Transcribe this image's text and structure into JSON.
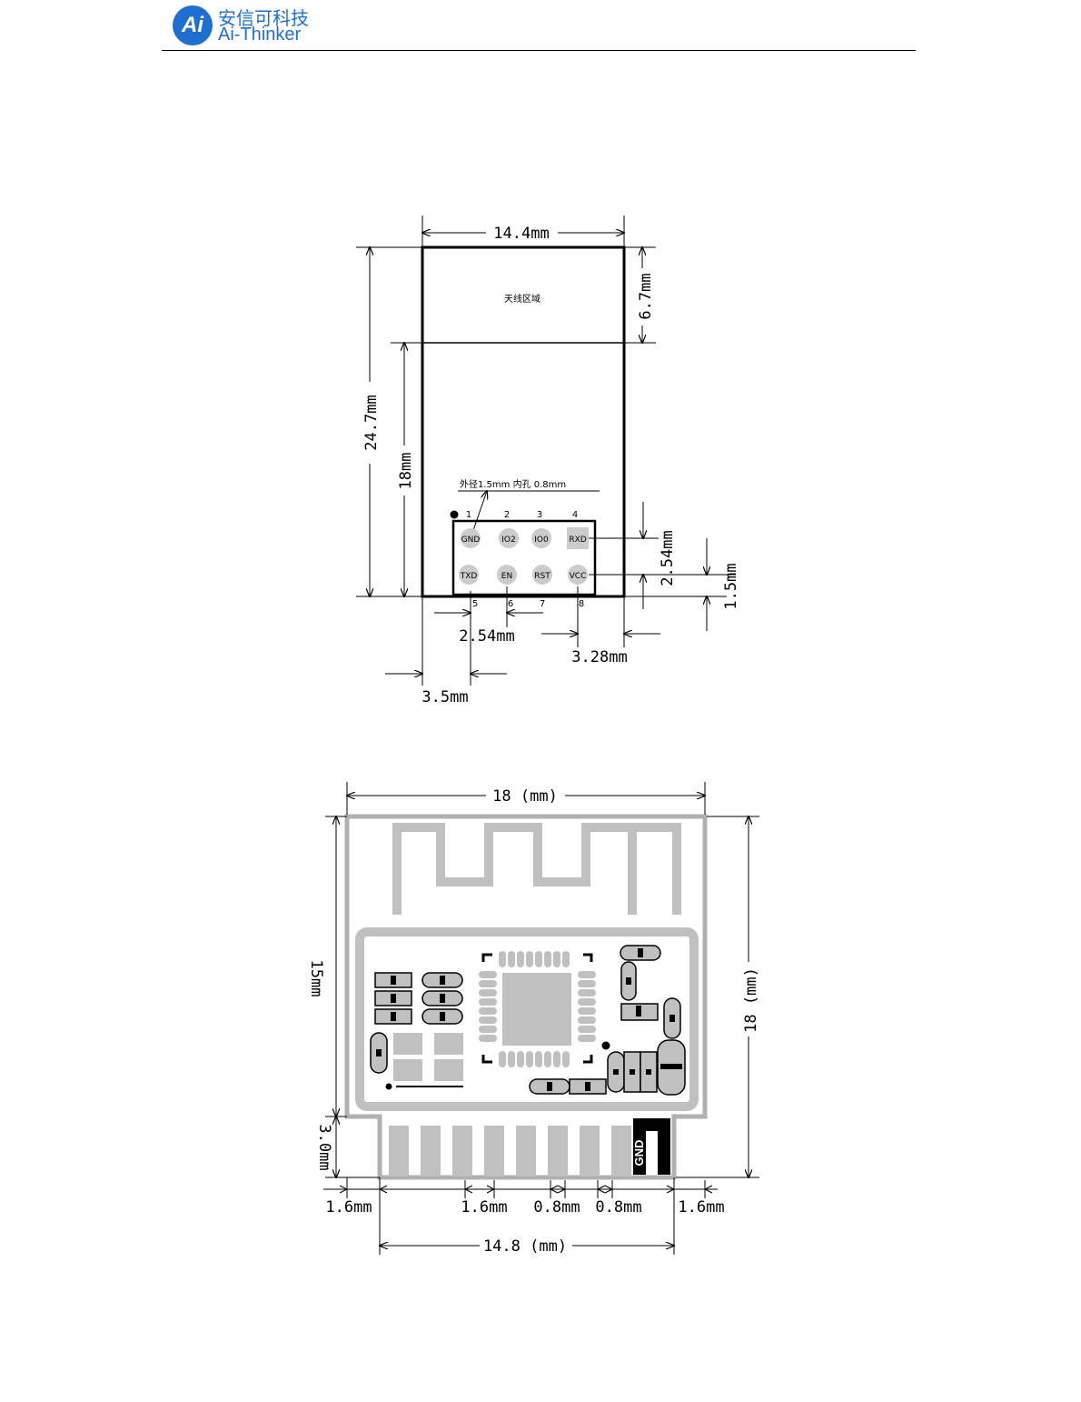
{
  "header": {
    "logo_mark": "Ai",
    "company_cn": "安信可科技",
    "company_en": "Ai-Thinker"
  },
  "top_diagram": {
    "antenna_label": "天线区域",
    "hole_note": "外径1.5mm  内孔 0.8mm",
    "dims": {
      "width": "14.4mm",
      "antenna_height": "6.7mm",
      "total_height": "24.7mm",
      "body_height": "18mm",
      "pin_pitch_v": "2.54mm",
      "bottom_offset": "1.5mm",
      "pin_pitch_h": "2.54mm",
      "right_offset": "3.28mm",
      "left_offset": "3.5mm"
    },
    "pins_top_numbers": [
      "1",
      "2",
      "3",
      "4"
    ],
    "pins_bottom_numbers": [
      "5",
      "6",
      "7",
      "8"
    ],
    "pins_top": [
      "GND",
      "IO2",
      "IO0",
      "RXD"
    ],
    "pins_bottom": [
      "TXD",
      "EN",
      "RST",
      "VCC"
    ]
  },
  "bottom_diagram": {
    "gnd_pad_label": "GND",
    "dims": {
      "width": "18 (mm)",
      "height_right": "18 (mm)",
      "height_left": "15mm",
      "pad_height": "3.0mm",
      "left_margin": "1.6mm",
      "pad_width": "1.6mm",
      "gap1": "0.8mm",
      "gap2": "0.8mm",
      "right_margin": "1.6mm",
      "pad_span": "14.8 (mm)"
    }
  }
}
